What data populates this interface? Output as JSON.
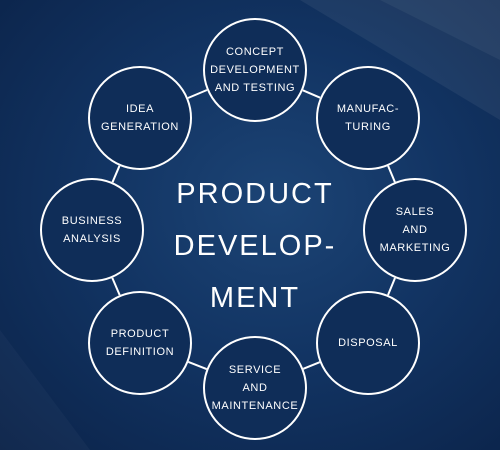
{
  "center_title": "PRODUCT\nDEVELOP-\nMENT",
  "colors": {
    "background": "#123463",
    "node_border": "#ffffff",
    "connector": "#ffffff",
    "text": "#ffffff"
  },
  "nodes": [
    {
      "id": "concept",
      "label": "CONCEPT\nDEVELOPMENT\nAND TESTING"
    },
    {
      "id": "manufacturing",
      "label": "MANUFAC-\nTURING"
    },
    {
      "id": "sales",
      "label": "SALES\nAND\nMARKETING"
    },
    {
      "id": "disposal",
      "label": "DISPOSAL"
    },
    {
      "id": "service",
      "label": "SERVICE\nAND\nMAINTENANCE"
    },
    {
      "id": "product-definition",
      "label": "PRODUCT\nDEFINITION"
    },
    {
      "id": "business-analysis",
      "label": "BUSINESS\nANALYSIS"
    },
    {
      "id": "idea-generation",
      "label": "IDEA\nGENERATION"
    }
  ]
}
